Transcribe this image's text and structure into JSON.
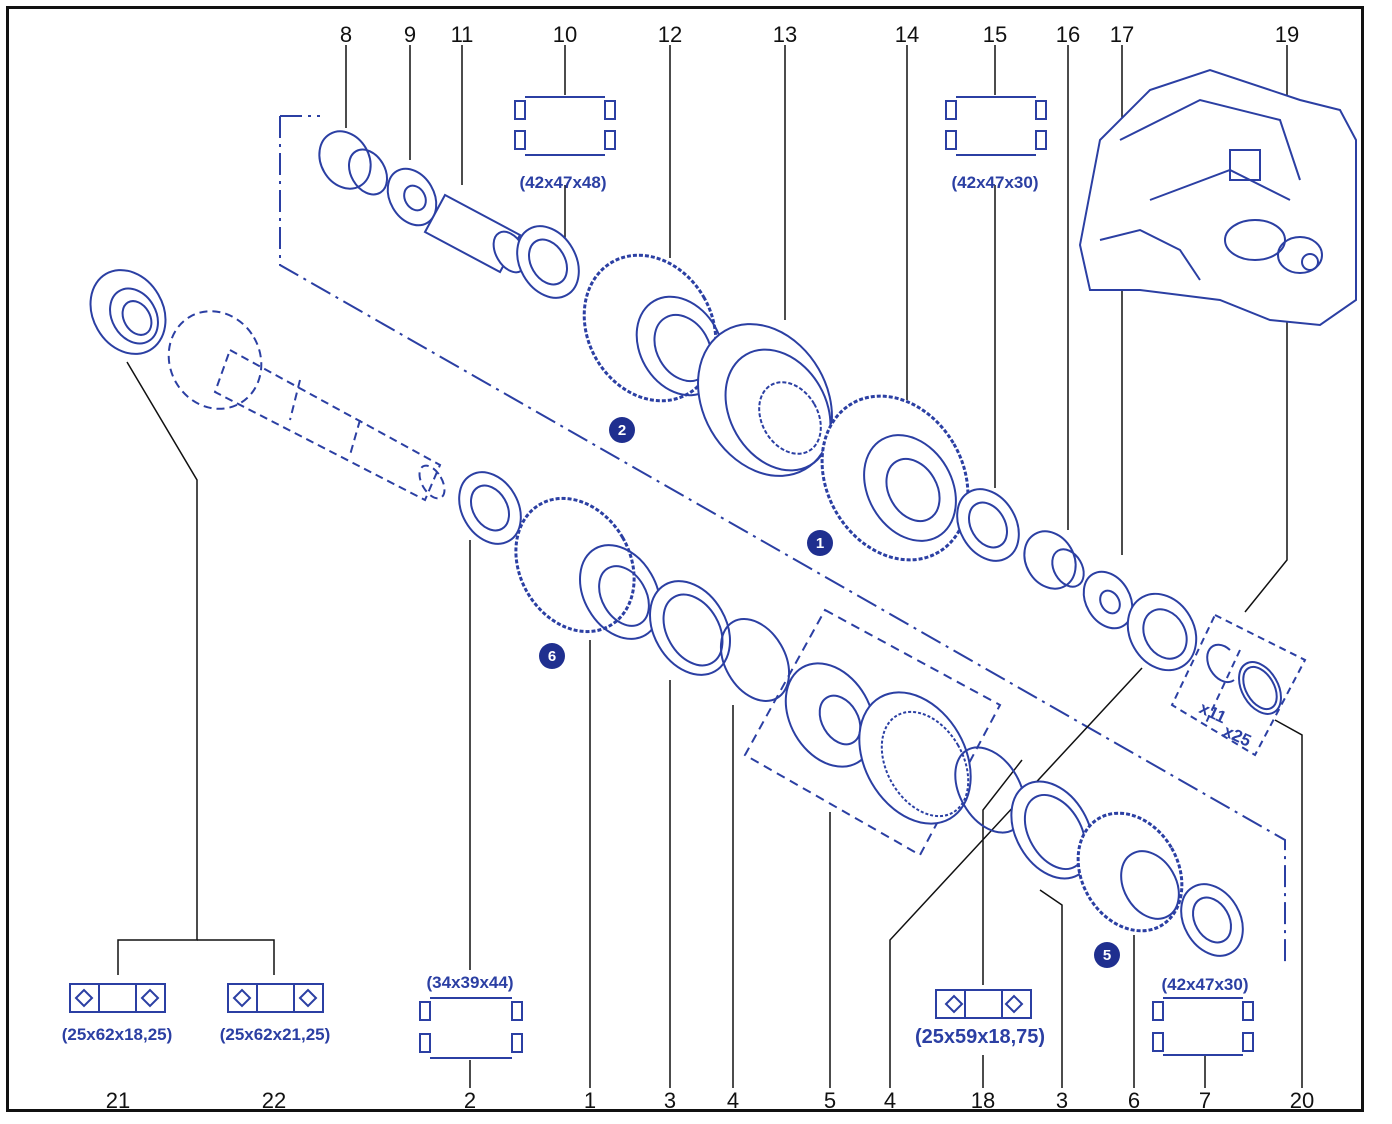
{
  "diagram": {
    "top_labels": [
      "8",
      "9",
      "11",
      "10",
      "12",
      "13",
      "14",
      "15",
      "16",
      "17",
      "19"
    ],
    "bottom_labels": [
      "21",
      "22",
      "2",
      "1",
      "3",
      "4",
      "5",
      "4",
      "18",
      "3",
      "6",
      "7",
      "20"
    ],
    "badges": [
      "2",
      "1",
      "6",
      "5"
    ],
    "dimensions": {
      "d10": "(42x47x48)",
      "d15": "(42x47x30)",
      "d2": "(34x39x44)",
      "d7": "(42x47x30)",
      "d18": "(25x59x18,75)",
      "d21": "(25x62x18,25)",
      "d22": "(25x62x21,25)"
    },
    "circlip_labels": {
      "small": "x11",
      "large": "x25"
    }
  }
}
